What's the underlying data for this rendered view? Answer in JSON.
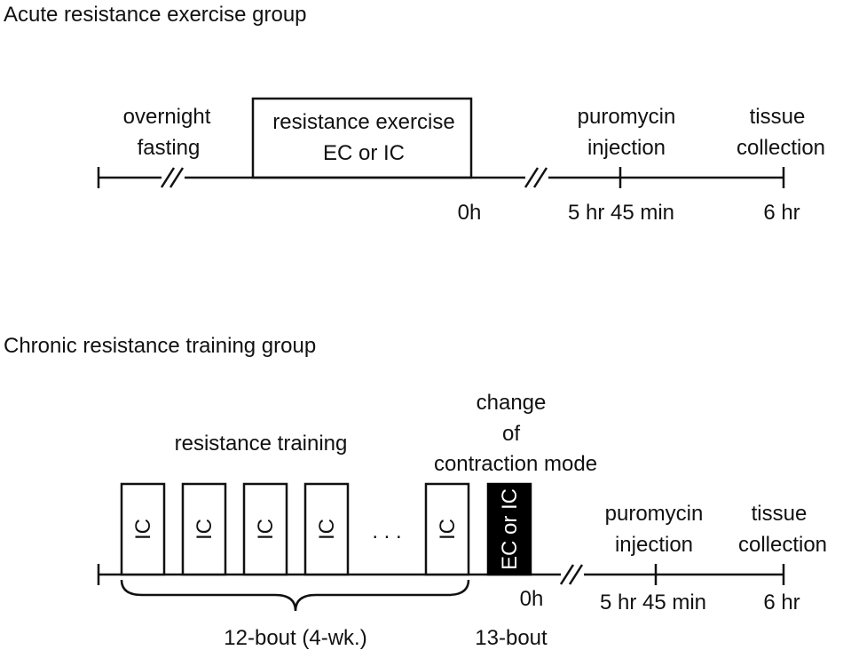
{
  "acute": {
    "title": "Acute resistance exercise group",
    "fasting_line1": "overnight",
    "fasting_line2": "fasting",
    "exercise_line1": "resistance exercise",
    "exercise_line2": "EC or IC",
    "puromycin_line1": "puromycin",
    "puromycin_line2": "injection",
    "tissue_line1": "tissue",
    "tissue_line2": "collection",
    "tick_0h": "0h",
    "tick_5h45": "5 hr 45 min",
    "tick_6h": "6 hr"
  },
  "chronic": {
    "title": "Chronic resistance training group",
    "training_label": "resistance training",
    "bout_label": "IC",
    "final_bout_label": "EC or IC",
    "change_line1": "change",
    "change_line2": "of",
    "change_line3": "contraction mode",
    "ellipsis": ". . .",
    "puromycin_line1": "puromycin",
    "puromycin_line2": "injection",
    "tissue_line1": "tissue",
    "tissue_line2": "collection",
    "tick_0h": "0h",
    "tick_5h45": "5 hr 45 min",
    "tick_6h": "6 hr",
    "bracket_label": "12-bout (4-wk.)",
    "final_bout_caption": "13-bout"
  },
  "colors": {
    "line": "#111111",
    "final_bout_fill": "#000000",
    "final_bout_text": "#ffffff"
  }
}
